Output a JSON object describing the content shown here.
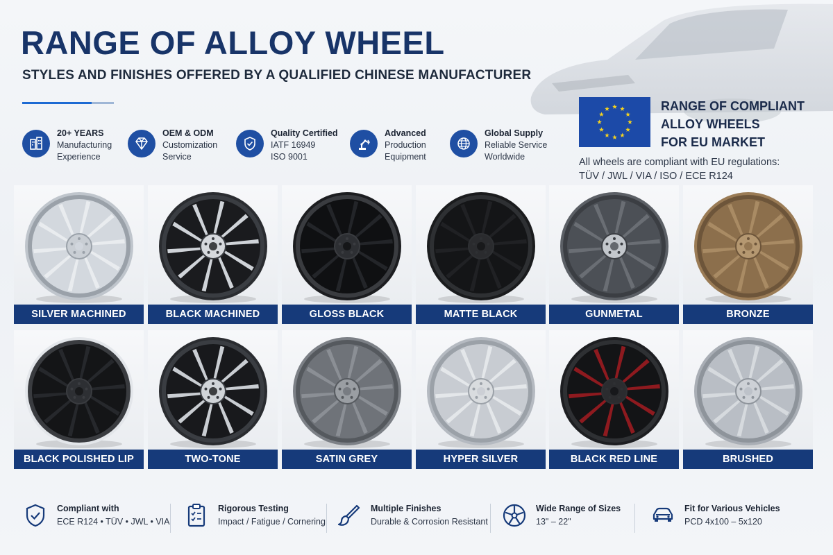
{
  "header": {
    "title": "RANGE OF ALLOY WHEEL",
    "subtitle": "STYLES AND FINISHES OFFERED BY A QUALIFIED CHINESE MANUFACTURER"
  },
  "features": [
    {
      "icon": "building-icon",
      "line1": "20+ YEARS",
      "line2": "Manufacturing",
      "line3": "Experience"
    },
    {
      "icon": "diamond-icon",
      "line1": "OEM & ODM",
      "line2": "Customization",
      "line3": "Service"
    },
    {
      "icon": "shield-check-icon",
      "line1": "Quality Certified",
      "line2": "IATF 16949",
      "line3": "ISO 9001"
    },
    {
      "icon": "robot-arm-icon",
      "line1": "Advanced",
      "line2": "Production",
      "line3": "Equipment"
    },
    {
      "icon": "globe-icon",
      "line1": "Global Supply",
      "line2": "Reliable Service",
      "line3": "Worldwide"
    }
  ],
  "eu": {
    "flag_icon": "eu-flag-icon",
    "title_lines": [
      "RANGE OF COMPLIANT",
      "ALLOY WHEELS",
      "FOR EU MARKET"
    ],
    "text_lines": [
      "All wheels are compliant with EU regulations:",
      "TÜV / JWL / VIA / ISO / ECE R124"
    ]
  },
  "wheels": [
    {
      "label": "SILVER MACHINED",
      "face": "#d3d8de",
      "spoke": "#e9ecef",
      "rim": "#bfc5cc",
      "accent": "#9aa1a9",
      "hub": "#c9ced4"
    },
    {
      "label": "BLACK MACHINED",
      "face": "#1a1b1e",
      "spoke": "#cfd3d8",
      "rim": "#2a2c30",
      "accent": "#3a3d42",
      "hub": "#d6d9dd"
    },
    {
      "label": "GLOSS BLACK",
      "face": "#0f1012",
      "spoke": "#232529",
      "rim": "#1c1d20",
      "accent": "#3a3c40",
      "hub": "#2d2f33"
    },
    {
      "label": "MATTE BLACK",
      "face": "#141517",
      "spoke": "#202124",
      "rim": "#1a1b1d",
      "accent": "#2e3033",
      "hub": "#2a2b2e"
    },
    {
      "label": "GUNMETAL",
      "face": "#4c5056",
      "spoke": "#6a6e74",
      "rim": "#5b5f65",
      "accent": "#3b3e43",
      "hub": "#c3c7cc"
    },
    {
      "label": "BRONZE",
      "face": "#8c6f4c",
      "spoke": "#a98b64",
      "rim": "#9a7b55",
      "accent": "#6d553a",
      "hub": "#b59871"
    },
    {
      "label": "BLACK POLISHED LIP",
      "face": "#141517",
      "spoke": "#26282c",
      "rim": "#e3e6ea",
      "accent": "#3a3c40",
      "hub": "#2d2f33"
    },
    {
      "label": "TWO-TONE",
      "face": "#18191c",
      "spoke": "#c9cdd2",
      "rim": "#2a2c30",
      "accent": "#3a3d42",
      "hub": "#d0d4d8"
    },
    {
      "label": "SATIN GREY",
      "face": "#6f7379",
      "spoke": "#8b8f95",
      "rim": "#7c8086",
      "accent": "#55595e",
      "hub": "#9a9ea3"
    },
    {
      "label": "HYPER SILVER",
      "face": "#c8ccd2",
      "spoke": "#e4e7ea",
      "rim": "#b5bac1",
      "accent": "#9ba1a8",
      "hub": "#d9dcdf"
    },
    {
      "label": "BLACK RED LINE",
      "face": "#131416",
      "spoke": "#8e1a1f",
      "rim": "#1d1e21",
      "accent": "#2e3033",
      "hub": "#2b2c2f"
    },
    {
      "label": "BRUSHED",
      "face": "#b9bec5",
      "spoke": "#d6dade",
      "rim": "#a9aeb5",
      "accent": "#8e949b",
      "hub": "#cdd1d6"
    }
  ],
  "bottom": [
    {
      "icon": "shield-check-icon",
      "title": "Compliant with",
      "text": "ECE R124 • TÜV • JWL • VIA"
    },
    {
      "icon": "clipboard-icon",
      "title": "Rigorous Testing",
      "text": "Impact / Fatigue / Cornering"
    },
    {
      "icon": "paint-brush-icon",
      "title": "Multiple Finishes",
      "text": "Durable & Corrosion Resistant"
    },
    {
      "icon": "wheel-icon",
      "title": "Wide Range of Sizes",
      "text": "13\" – 22\""
    },
    {
      "icon": "car-icon",
      "title": "Fit for Various Vehicles",
      "text": "PCD 4x100 – 5x120"
    }
  ],
  "colors": {
    "brand_navy": "#163a7a",
    "brand_blue": "#1f4fa3",
    "title_blue": "#183468",
    "eu_blue": "#1c4aa8",
    "eu_star": "#f4d21f"
  }
}
